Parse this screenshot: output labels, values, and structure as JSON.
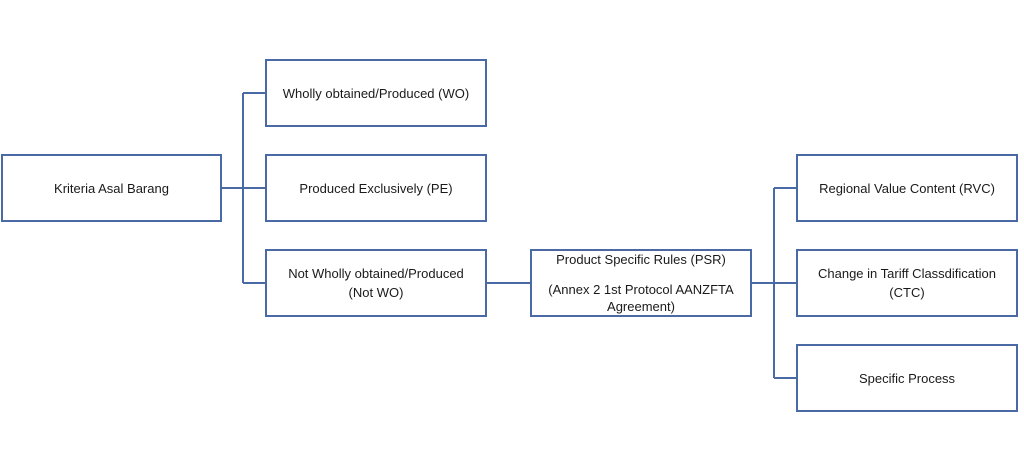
{
  "diagram": {
    "root": "Kriteria Asal Barang",
    "wo": "Wholly obtained/Produced (WO)",
    "pe": "Produced Exclusively (PE)",
    "not_wo": {
      "line1": "Not Wholly obtained/Produced",
      "line2": "(Not WO)"
    },
    "psr": {
      "line1": "Product Specific Rules (PSR)",
      "line2": "(Annex 2 1st Protocol AANZFTA",
      "line3": "Agreement)"
    },
    "rvc": "Regional Value Content (RVC)",
    "ctc": "Change in Tariff Classdification (CTC)",
    "sp": "Specific Process"
  },
  "colors": {
    "border": "#4a6aa5",
    "connector": "#4a6aa5",
    "text": "#1a1a1a",
    "background": "#ffffff"
  }
}
